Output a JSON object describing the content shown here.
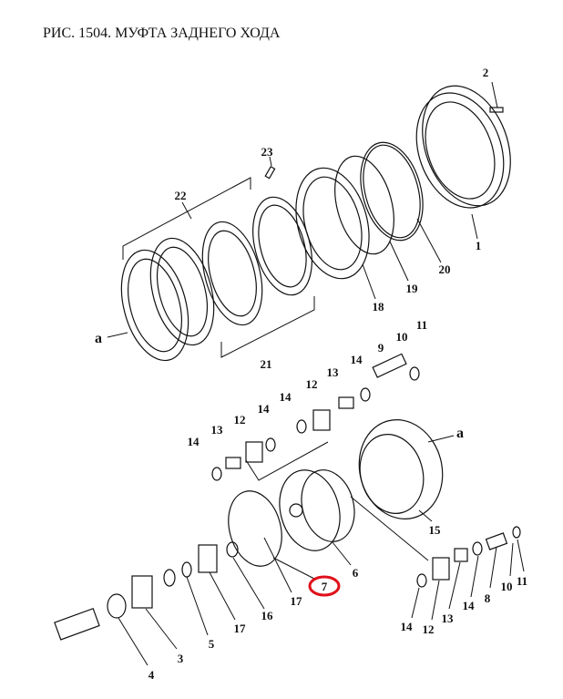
{
  "title": "РИС. 1504. МУФТА ЗАДНЕГО ХОДА",
  "highlight_color": "#e0101a",
  "labels": {
    "p2": "2",
    "p23": "23",
    "p22": "22",
    "p1": "1",
    "p20": "20",
    "p19": "19",
    "p18": "18",
    "p21": "21",
    "a_top": "a",
    "p11a": "11",
    "p10a": "10",
    "p9": "9",
    "p14a": "14",
    "p13a": "13",
    "p12a": "12",
    "p14b": "14",
    "p14c": "14",
    "p12b": "12",
    "p13b": "13",
    "p14d": "14",
    "a_mid": "a",
    "p15": "15",
    "p6": "6",
    "p7": "7",
    "p17a": "17",
    "p16": "16",
    "p17b": "17",
    "p5": "5",
    "p3": "3",
    "p4": "4",
    "p14e": "14",
    "p12c": "12",
    "p13c": "13",
    "p14f": "14",
    "p8": "8",
    "p10b": "10",
    "p11b": "11"
  }
}
